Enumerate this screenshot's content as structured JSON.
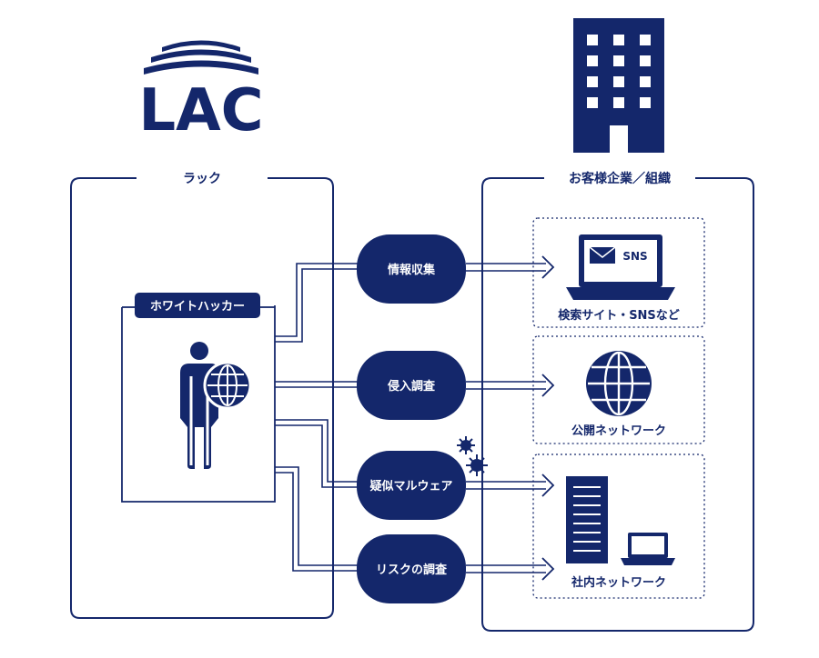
{
  "logo": {
    "text": "LAC"
  },
  "lac_panel": {
    "title": "ラック"
  },
  "whitehat": {
    "label": "ホワイトハッカー"
  },
  "client_panel": {
    "title": "お客様企業／組織"
  },
  "actions": [
    {
      "label": "情報収集"
    },
    {
      "label": "侵入調査"
    },
    {
      "label": "疑似マルウェア"
    },
    {
      "label": "リスクの調査"
    }
  ],
  "targets": {
    "search": {
      "label": "検索サイト・SNSなど",
      "screen_text": "SNS"
    },
    "public": {
      "label": "公開ネットワーク"
    },
    "internal": {
      "label": "社内ネットワーク"
    }
  },
  "colors": {
    "primary": "#14276b",
    "background": "#ffffff"
  }
}
